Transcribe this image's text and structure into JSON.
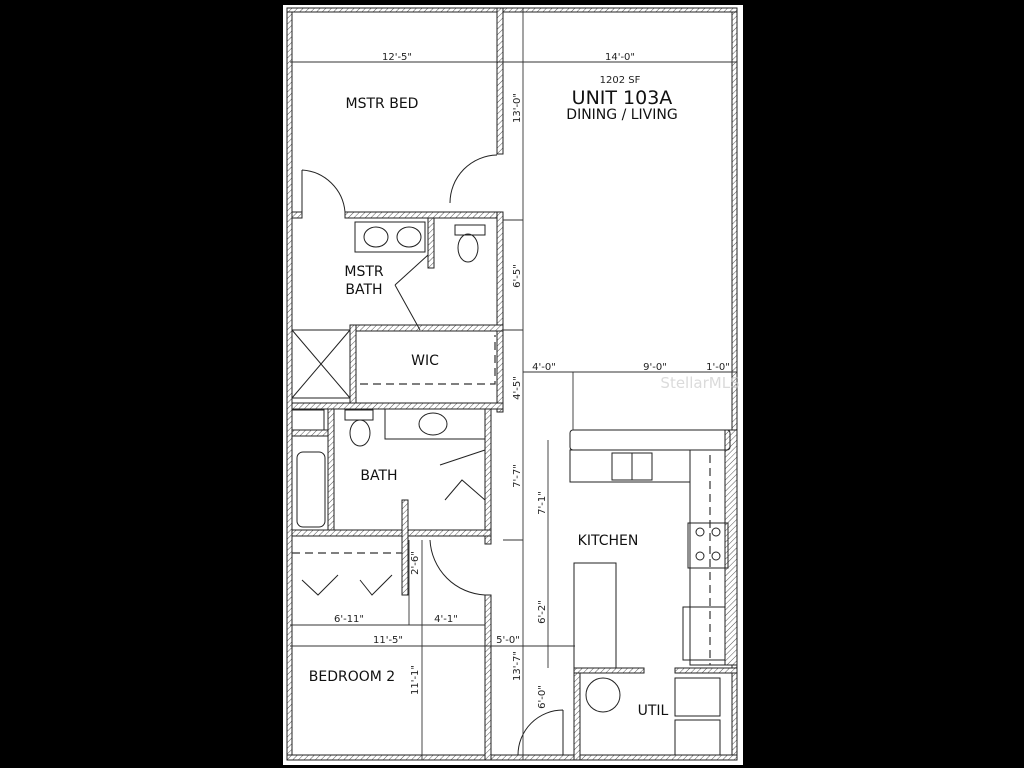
{
  "unit": {
    "title": "UNIT 103A",
    "area": "1202 SF",
    "main_room": "DINING / LIVING"
  },
  "rooms": {
    "master_bed": "MSTR BED",
    "master_bath_line1": "MSTR",
    "master_bath_line2": "BATH",
    "wic": "WIC",
    "bath": "BATH",
    "kitchen": "KITCHEN",
    "bedroom2": "BEDROOM 2",
    "util": "UTIL"
  },
  "dimensions": {
    "master_bed_width": "12'-5\"",
    "living_width": "14'-0\"",
    "master_bed_depth": "13'-0\"",
    "master_bath_depth": "6'-5\"",
    "wic_depth": "4'-5\"",
    "kitchen_offset": "4'-0\"",
    "kitchen_width": "9'-0\"",
    "kitchen_right": "1'-0\"",
    "bath_depth": "7'-7\"",
    "kitchen_depth": "7'-1\"",
    "closet_depth": "2'-6\"",
    "closet_width": "6'-11\"",
    "hall_width": "4'-1\"",
    "bedroom2_width": "11'-5\"",
    "entry_width": "5'-0\"",
    "counter_length": "6'-2\"",
    "entry_depth": "13'-7\"",
    "util_depth": "6'-0\"",
    "bedroom2_depth": "11'-1\""
  },
  "watermark": "StellarMLS",
  "colors": {
    "background": "#000000",
    "paper": "#ffffff",
    "ink": "#222222"
  }
}
